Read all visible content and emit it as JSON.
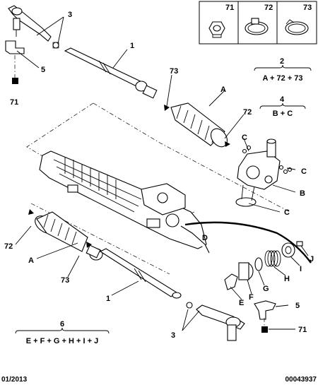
{
  "legend_cells": [
    "71",
    "72",
    "73"
  ],
  "part_labels": {
    "p3_top": "3",
    "p1_top": "1",
    "p5_top": "5",
    "p71_left": "71",
    "p73_upper": "73",
    "pA_upper": "A",
    "p72_upper": "72",
    "pC_upper": "C",
    "pC_right": "C",
    "pB": "B",
    "pC_lower": "C",
    "p72_lower": "72",
    "pA_lower": "A",
    "p73_lower": "73",
    "p1_lower": "1",
    "p3_lower": "3",
    "p5_lower": "5",
    "p71_lower": "71",
    "pD": "D",
    "pE": "E",
    "pF": "F",
    "pG": "G",
    "pH": "H",
    "pI": "I",
    "pJ": "J"
  },
  "kits": {
    "k2_num": "2",
    "k2_formula": "A + 72 + 73",
    "k4_num": "4",
    "k4_formula": "B + C",
    "k6_num": "6",
    "k6_formula": "E + F + G + H + I + J"
  },
  "footer": {
    "date": "01/2013",
    "ref": "00043937"
  }
}
